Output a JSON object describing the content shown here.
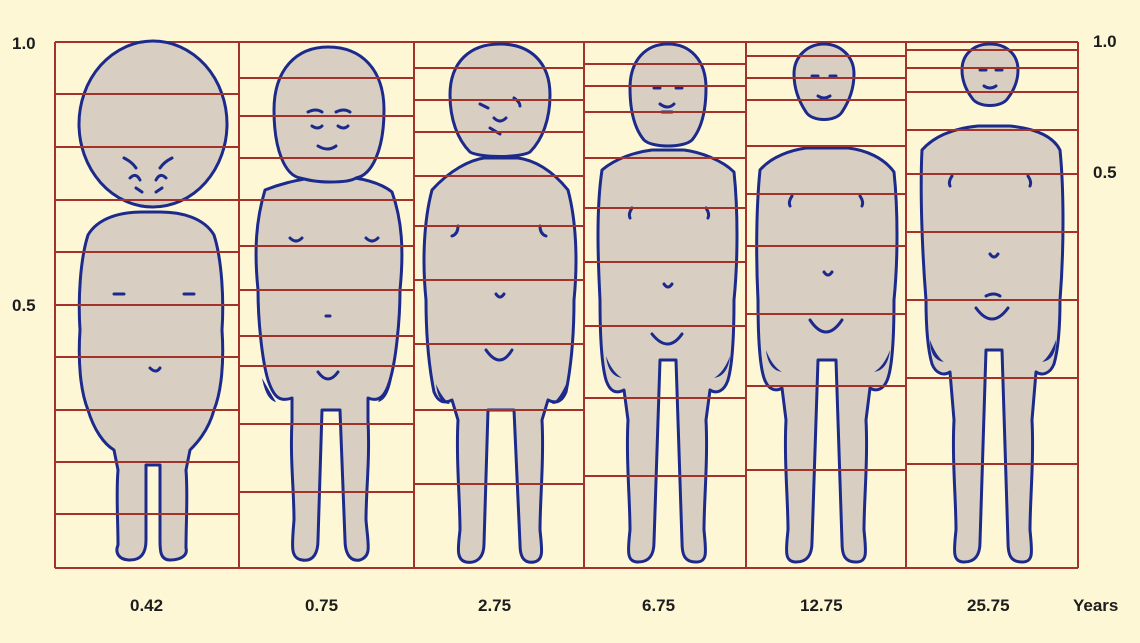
{
  "figure": {
    "scale_left": {
      "top": "1.0",
      "mid": "0.5"
    },
    "scale_right": {
      "top": "1.0",
      "mid": "0.5"
    },
    "age_labels": [
      "0.42",
      "0.75",
      "2.75",
      "6.75",
      "12.75",
      "25.75"
    ],
    "unit_label": "Years",
    "colors": {
      "background": "#fdf7d6",
      "grid_lines": "#a3322a",
      "body_fill": "#d8cfc2",
      "body_outline": "#1c2a8c"
    }
  }
}
